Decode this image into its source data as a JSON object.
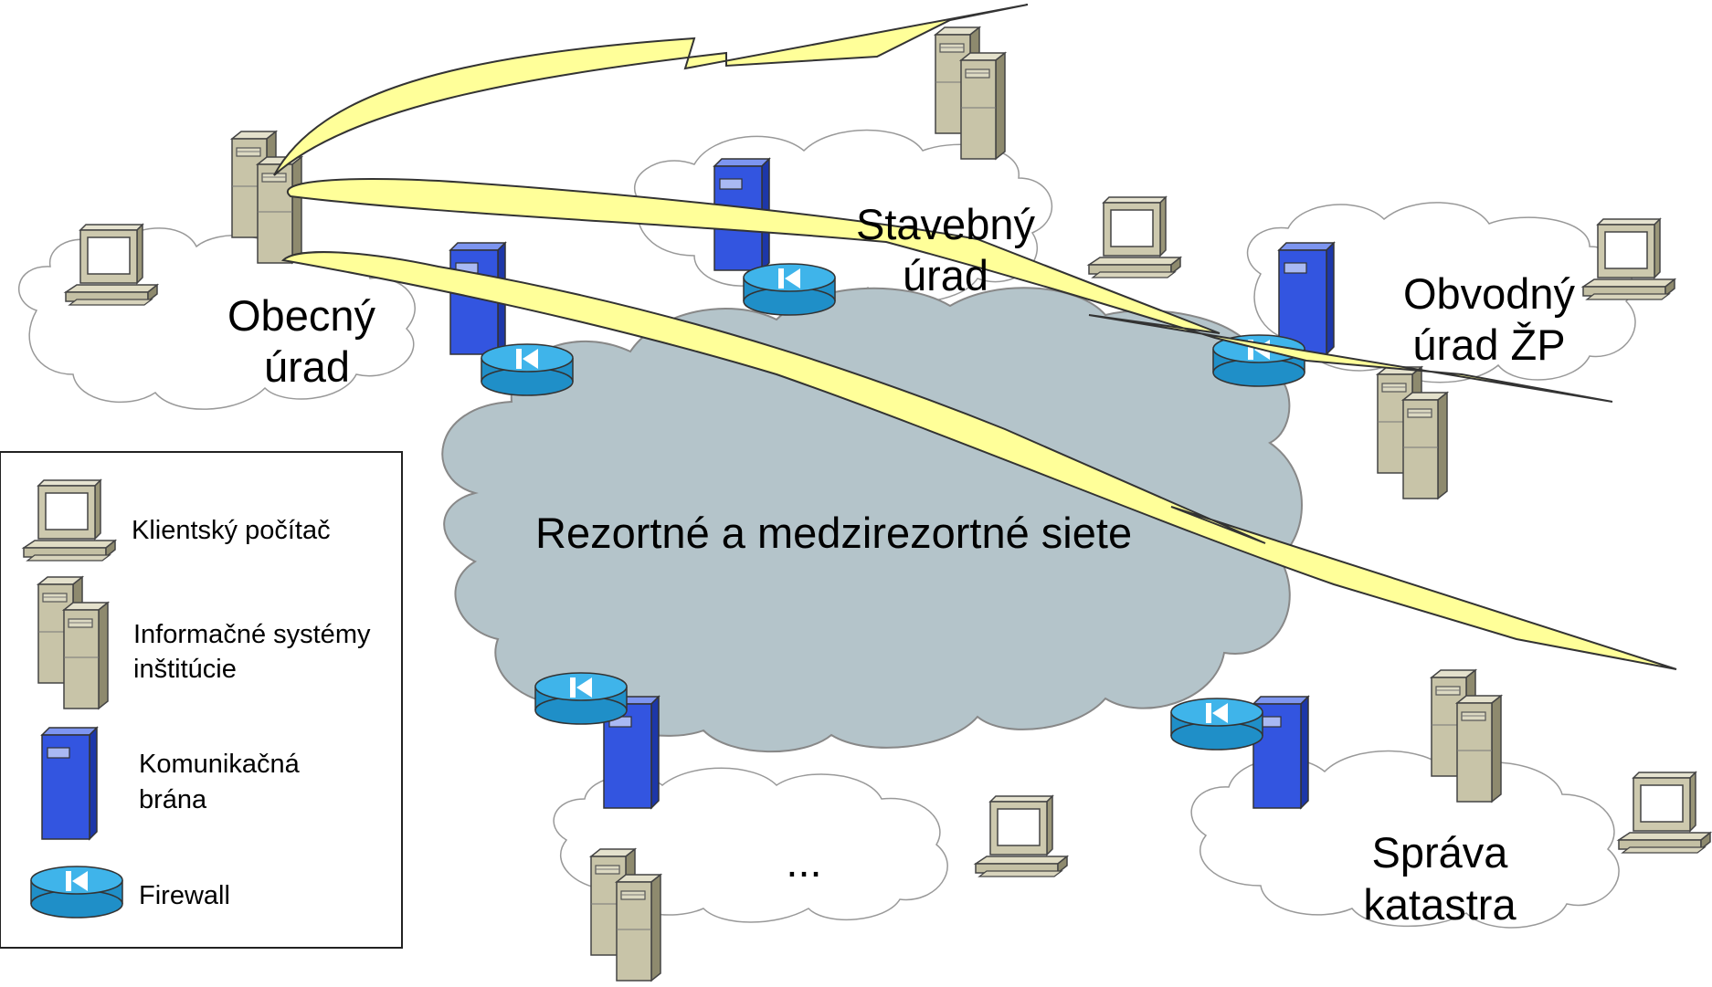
{
  "nodes": {
    "obecny_urad": [
      "Obecný",
      "úrad"
    ],
    "stavebny_urad": [
      "Stavebný",
      "úrad"
    ],
    "obvodny_urad": [
      "Obvodný",
      "úrad ŽP"
    ],
    "sprava_katastra": [
      "Správa",
      "katastra"
    ],
    "other": "...",
    "core_network": "Rezortné a medzirezortné siete"
  },
  "legend": {
    "client": "Klientský počítač",
    "infosys": [
      "Informačné systémy",
      "inštitúcie"
    ],
    "gateway": [
      "Komunikačná",
      "brána"
    ],
    "firewall": "Firewall"
  },
  "icons": {
    "client": "client-computer-icon",
    "infosys": "information-system-server-icon",
    "gateway": "communication-gateway-icon",
    "firewall": "firewall-icon"
  },
  "colors": {
    "core_cloud": "#b4c4ca",
    "local_cloud": "#ffffff",
    "link_bolt": "#ffff99",
    "gateway": "#3355e0",
    "firewall": "#2aa3dd",
    "server": "#c8c4a8"
  }
}
